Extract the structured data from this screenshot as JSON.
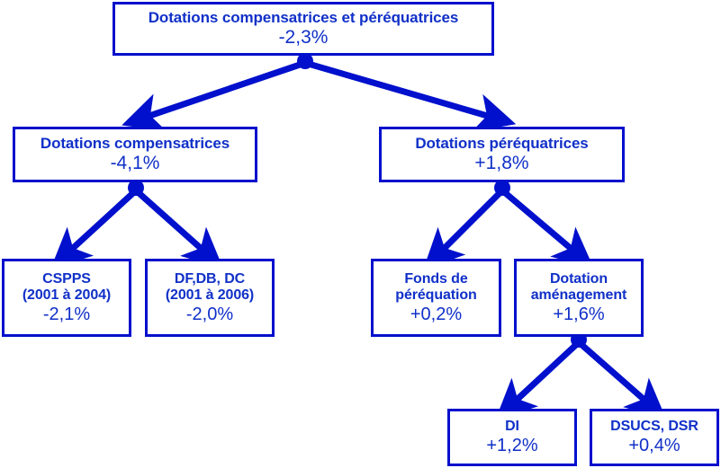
{
  "diagram": {
    "type": "tree",
    "orientation": "top-down",
    "accent_color": "#0010CC",
    "text_color": "#1030C8",
    "background_color": "#FFFFFF",
    "nodes": [
      {
        "id": "root",
        "label": "Dotations compensatrices et péréquatrices",
        "sub": "",
        "value": "-2,3%",
        "level": 0
      },
      {
        "id": "compensatrices",
        "label": "Dotations compensatrices",
        "sub": "",
        "value": "-4,1%",
        "level": 1
      },
      {
        "id": "perequatrices",
        "label": "Dotations péréquatrices",
        "sub": "",
        "value": "+1,8%",
        "level": 1
      },
      {
        "id": "cspps",
        "label": "CSPPS",
        "sub": "(2001 à 2004)",
        "value": "-2,1%",
        "level": 2
      },
      {
        "id": "dfdbdc",
        "label": "DF,DB, DC",
        "sub": "(2001 à 2006)",
        "value": "-2,0%",
        "level": 2
      },
      {
        "id": "fonds",
        "label": "Fonds de",
        "sub": "péréquation",
        "value": "+0,2%",
        "level": 2
      },
      {
        "id": "amenagement",
        "label": "Dotation",
        "sub": "aménagement",
        "value": "+1,6%",
        "level": 2
      },
      {
        "id": "di",
        "label": "DI",
        "sub": "",
        "value": "+1,2%",
        "level": 3
      },
      {
        "id": "dsucs",
        "label": "DSUCS, DSR",
        "sub": "",
        "value": "+0,4%",
        "level": 3
      }
    ],
    "edges": [
      {
        "from": "root",
        "to": "compensatrices"
      },
      {
        "from": "root",
        "to": "perequatrices"
      },
      {
        "from": "compensatrices",
        "to": "cspps"
      },
      {
        "from": "compensatrices",
        "to": "dfdbdc"
      },
      {
        "from": "perequatrices",
        "to": "fonds"
      },
      {
        "from": "perequatrices",
        "to": "amenagement"
      },
      {
        "from": "amenagement",
        "to": "di"
      },
      {
        "from": "amenagement",
        "to": "dsucs"
      }
    ]
  }
}
